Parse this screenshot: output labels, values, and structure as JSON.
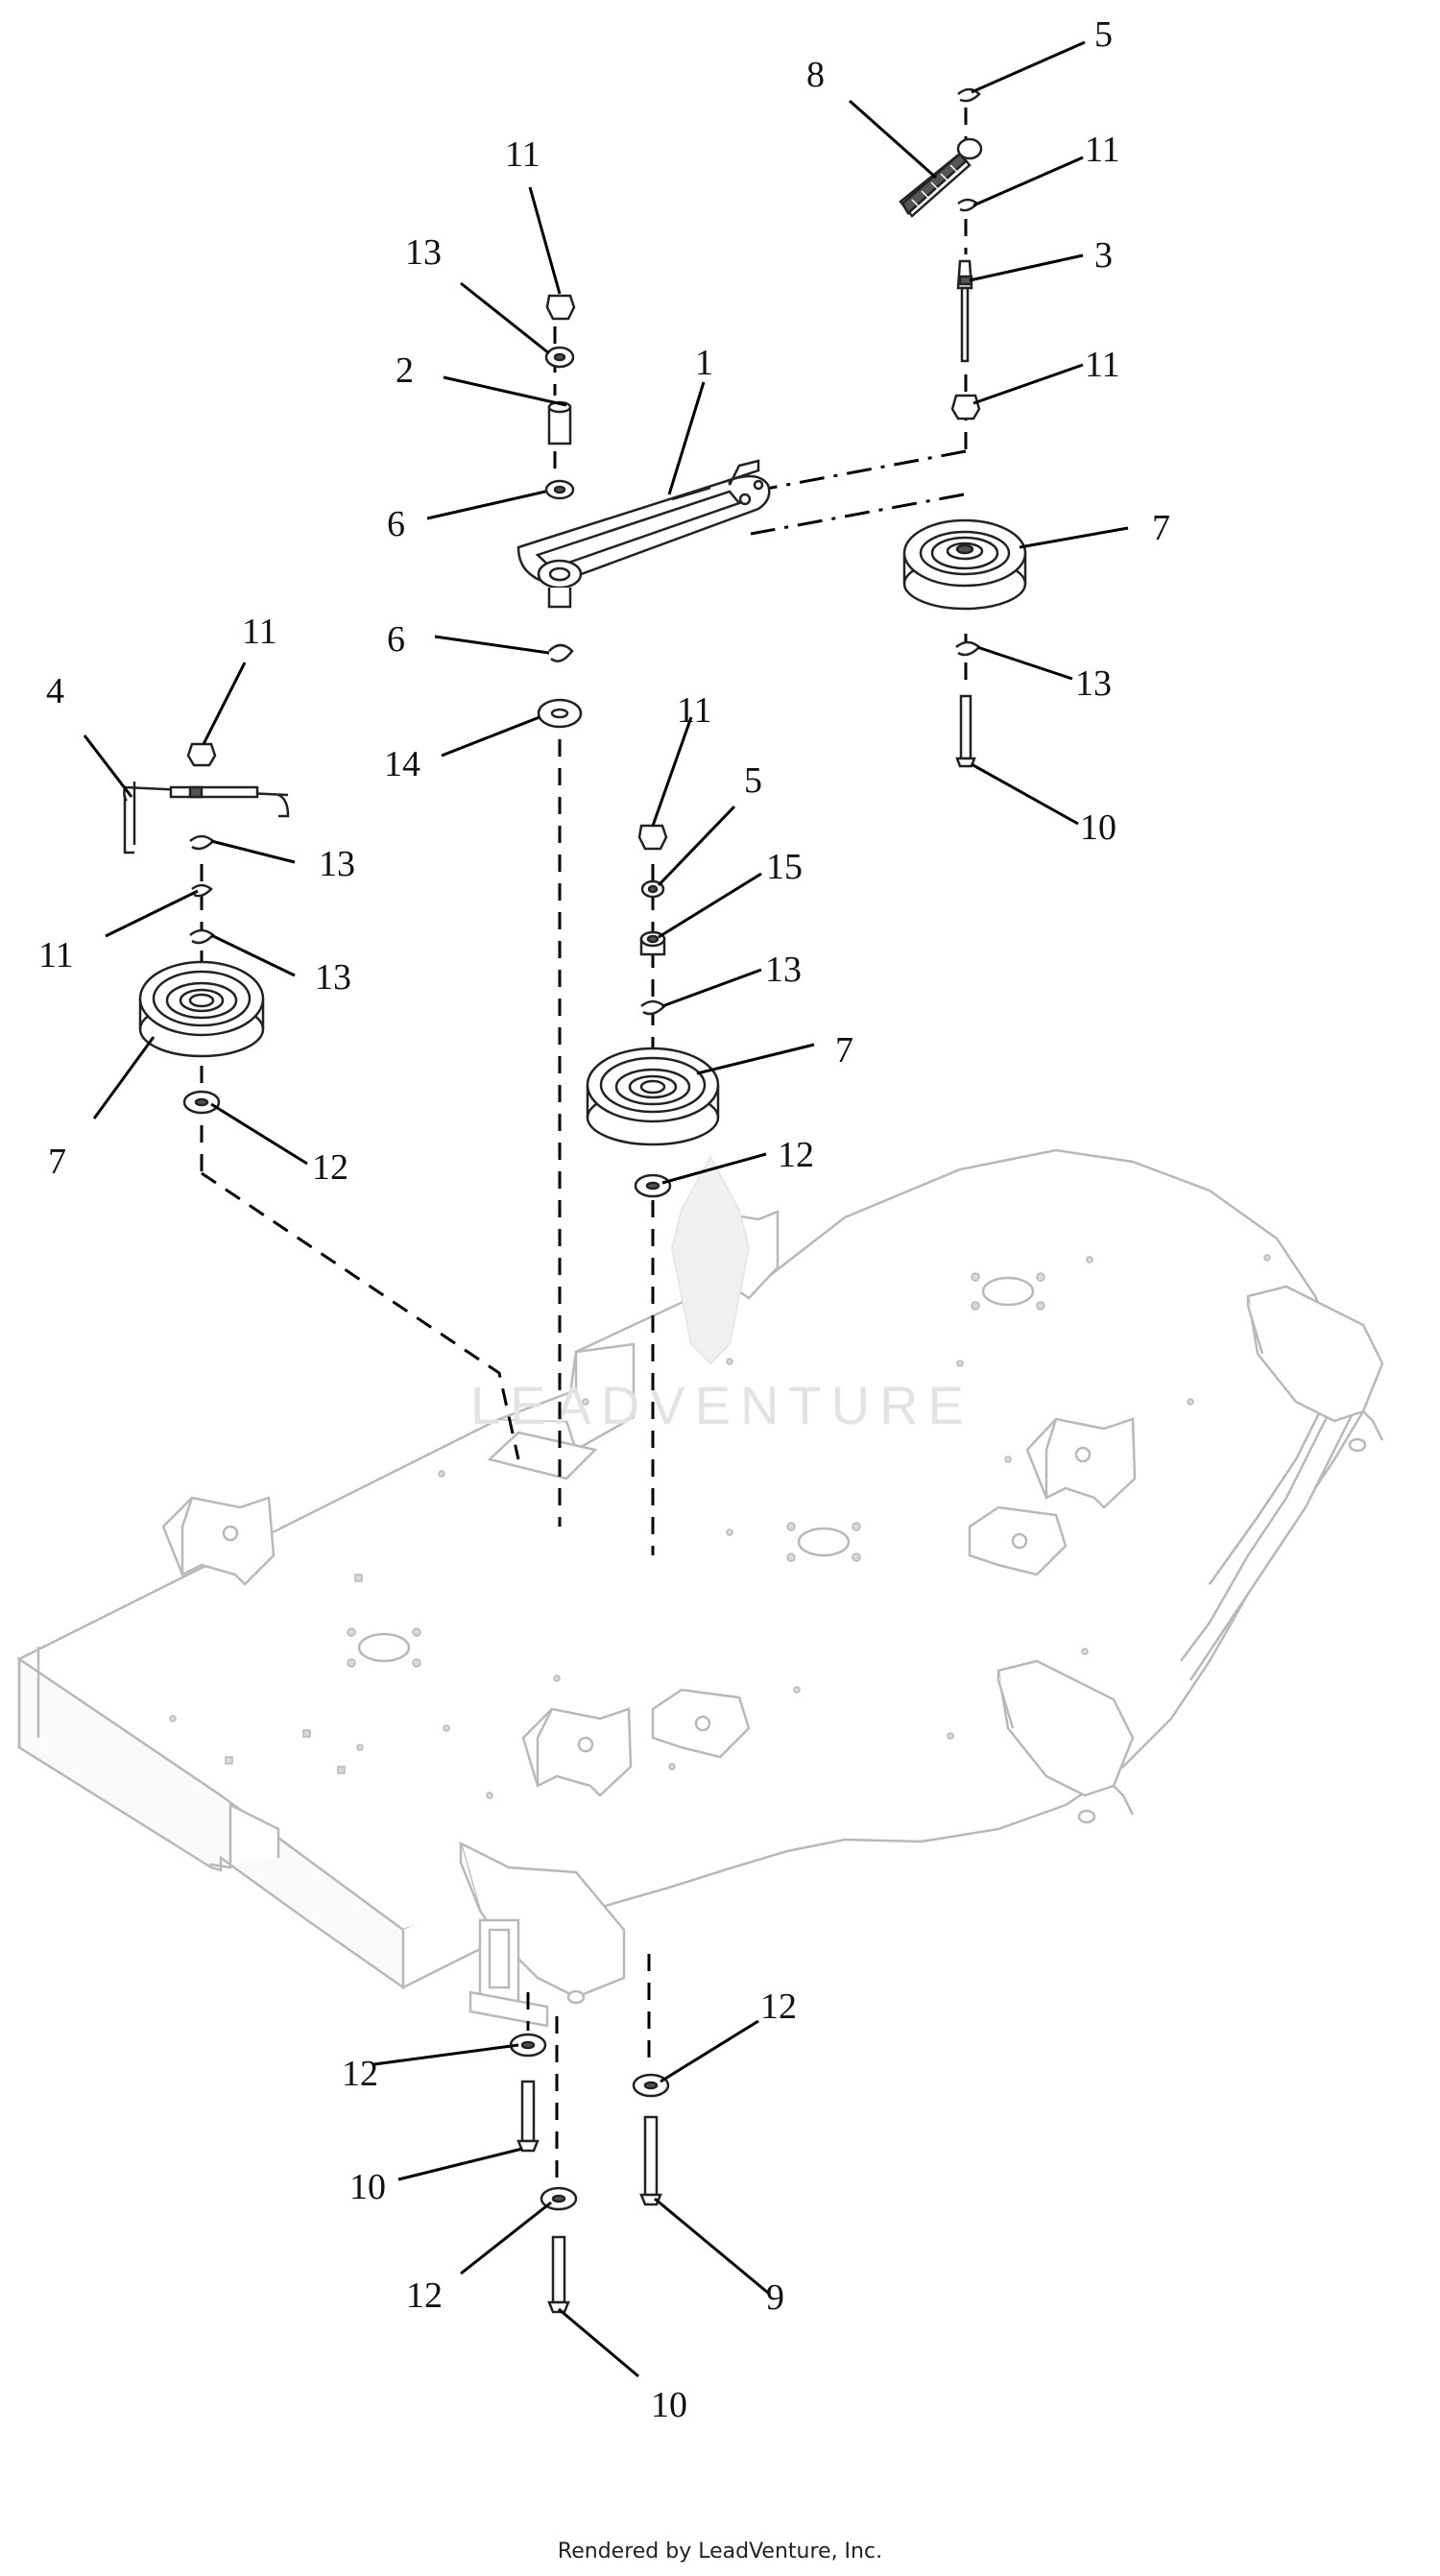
{
  "callouts": {
    "c1": "1",
    "c2": "2",
    "c3": "3",
    "c4": "4",
    "c5a": "5",
    "c5b": "5",
    "c6a": "6",
    "c6b": "6",
    "c7a": "7",
    "c7b": "7",
    "c7c": "7",
    "c8": "8",
    "c9": "9",
    "c10a": "10",
    "c10b": "10",
    "c10c": "10",
    "c11a": "11",
    "c11b": "11",
    "c11c": "11",
    "c11d": "11",
    "c11e": "11",
    "c11f": "11",
    "c12a": "12",
    "c12b": "12",
    "c12c": "12",
    "c12d": "12",
    "c12e": "12",
    "c13a": "13",
    "c13b": "13",
    "c13c": "13",
    "c13d": "13",
    "c13e": "13",
    "c14": "14",
    "c15": "15"
  },
  "watermark": "LEADVENTURE",
  "footer": "Rendered by LeadVenture, Inc."
}
